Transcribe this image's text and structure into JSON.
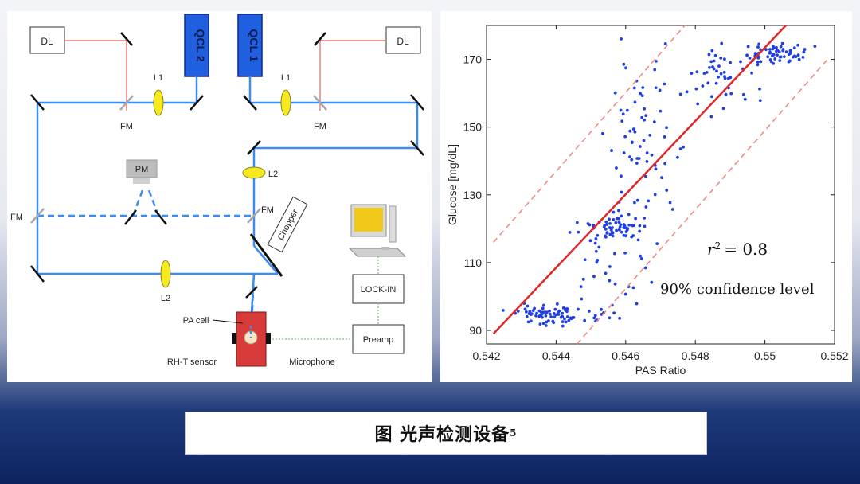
{
  "diagram": {
    "dl_left": "DL",
    "dl_right": "DL",
    "qcl2": "QCL 2",
    "qcl1": "QCL 1",
    "l1_left": "L1",
    "l1_right": "L1",
    "fm_top_left": "FM",
    "fm_top_right": "FM",
    "pm": "PM",
    "l2_top": "L2",
    "fm_mid_left": "FM",
    "fm_mid_right": "FM",
    "chopper": "Chopper",
    "l2_bottom": "L2",
    "lockin": "LOCK-IN",
    "preamp": "Preamp",
    "pa_cell": "PA cell",
    "rht_sensor": "RH-T sensor",
    "microphone": "Microphone"
  },
  "chart_data": {
    "type": "scatter",
    "xlabel": "PAS Ratio",
    "ylabel": "Glucose [mg/dL]",
    "xlim": [
      0.542,
      0.552
    ],
    "ylim": [
      86,
      180
    ],
    "x_ticks": [
      0.542,
      0.544,
      0.546,
      0.548,
      0.55,
      0.552
    ],
    "x_tick_labels": [
      "0.542",
      "0.544",
      "0.546",
      "0.548",
      "0.55",
      "0.552"
    ],
    "y_ticks": [
      90,
      110,
      130,
      150,
      170
    ],
    "y_tick_labels": [
      "90",
      "110",
      "130",
      "150",
      "170"
    ],
    "fit_line": {
      "x": [
        0.5422,
        0.5506
      ],
      "y": [
        89,
        180
      ]
    },
    "conf_upper": {
      "x": [
        0.5422,
        0.5477
      ],
      "y": [
        116,
        180
      ]
    },
    "conf_lower": {
      "x": [
        0.5446,
        0.5518
      ],
      "y": [
        86,
        170
      ]
    },
    "annotation_r2": "= 0.8",
    "annotation_r2_prefix": "r",
    "annotation_r2_exp": "2",
    "annotation_conf": "90% confidence level",
    "points_color": "#1f3fe0",
    "fit_color": "#e0262a",
    "clusters": [
      {
        "cx": 0.5438,
        "cy": 94.5,
        "sx": 0.0005,
        "sy": 1.5,
        "n": 70
      },
      {
        "cx": 0.5452,
        "cy": 94,
        "sx": 0.0003,
        "sy": 1.2,
        "n": 10
      },
      {
        "cx": 0.5457,
        "cy": 120.5,
        "sx": 0.0005,
        "sy": 1.5,
        "n": 55
      },
      {
        "cx": 0.5458,
        "cy": 115,
        "sx": 0.0006,
        "sy": 5,
        "n": 20
      },
      {
        "cx": 0.5466,
        "cy": 145,
        "sx": 0.0005,
        "sy": 12,
        "n": 70
      },
      {
        "cx": 0.5453,
        "cy": 105,
        "sx": 0.0006,
        "sy": 5,
        "n": 15
      },
      {
        "cx": 0.5488,
        "cy": 166,
        "sx": 0.0005,
        "sy": 4,
        "n": 35
      },
      {
        "cx": 0.5502,
        "cy": 171.5,
        "sx": 0.0005,
        "sy": 1.5,
        "n": 65
      },
      {
        "cx": 0.5482,
        "cy": 158,
        "sx": 0.0009,
        "sy": 5,
        "n": 12
      }
    ]
  },
  "caption": {
    "text": "图  光声检测设备",
    "sup": "5"
  }
}
